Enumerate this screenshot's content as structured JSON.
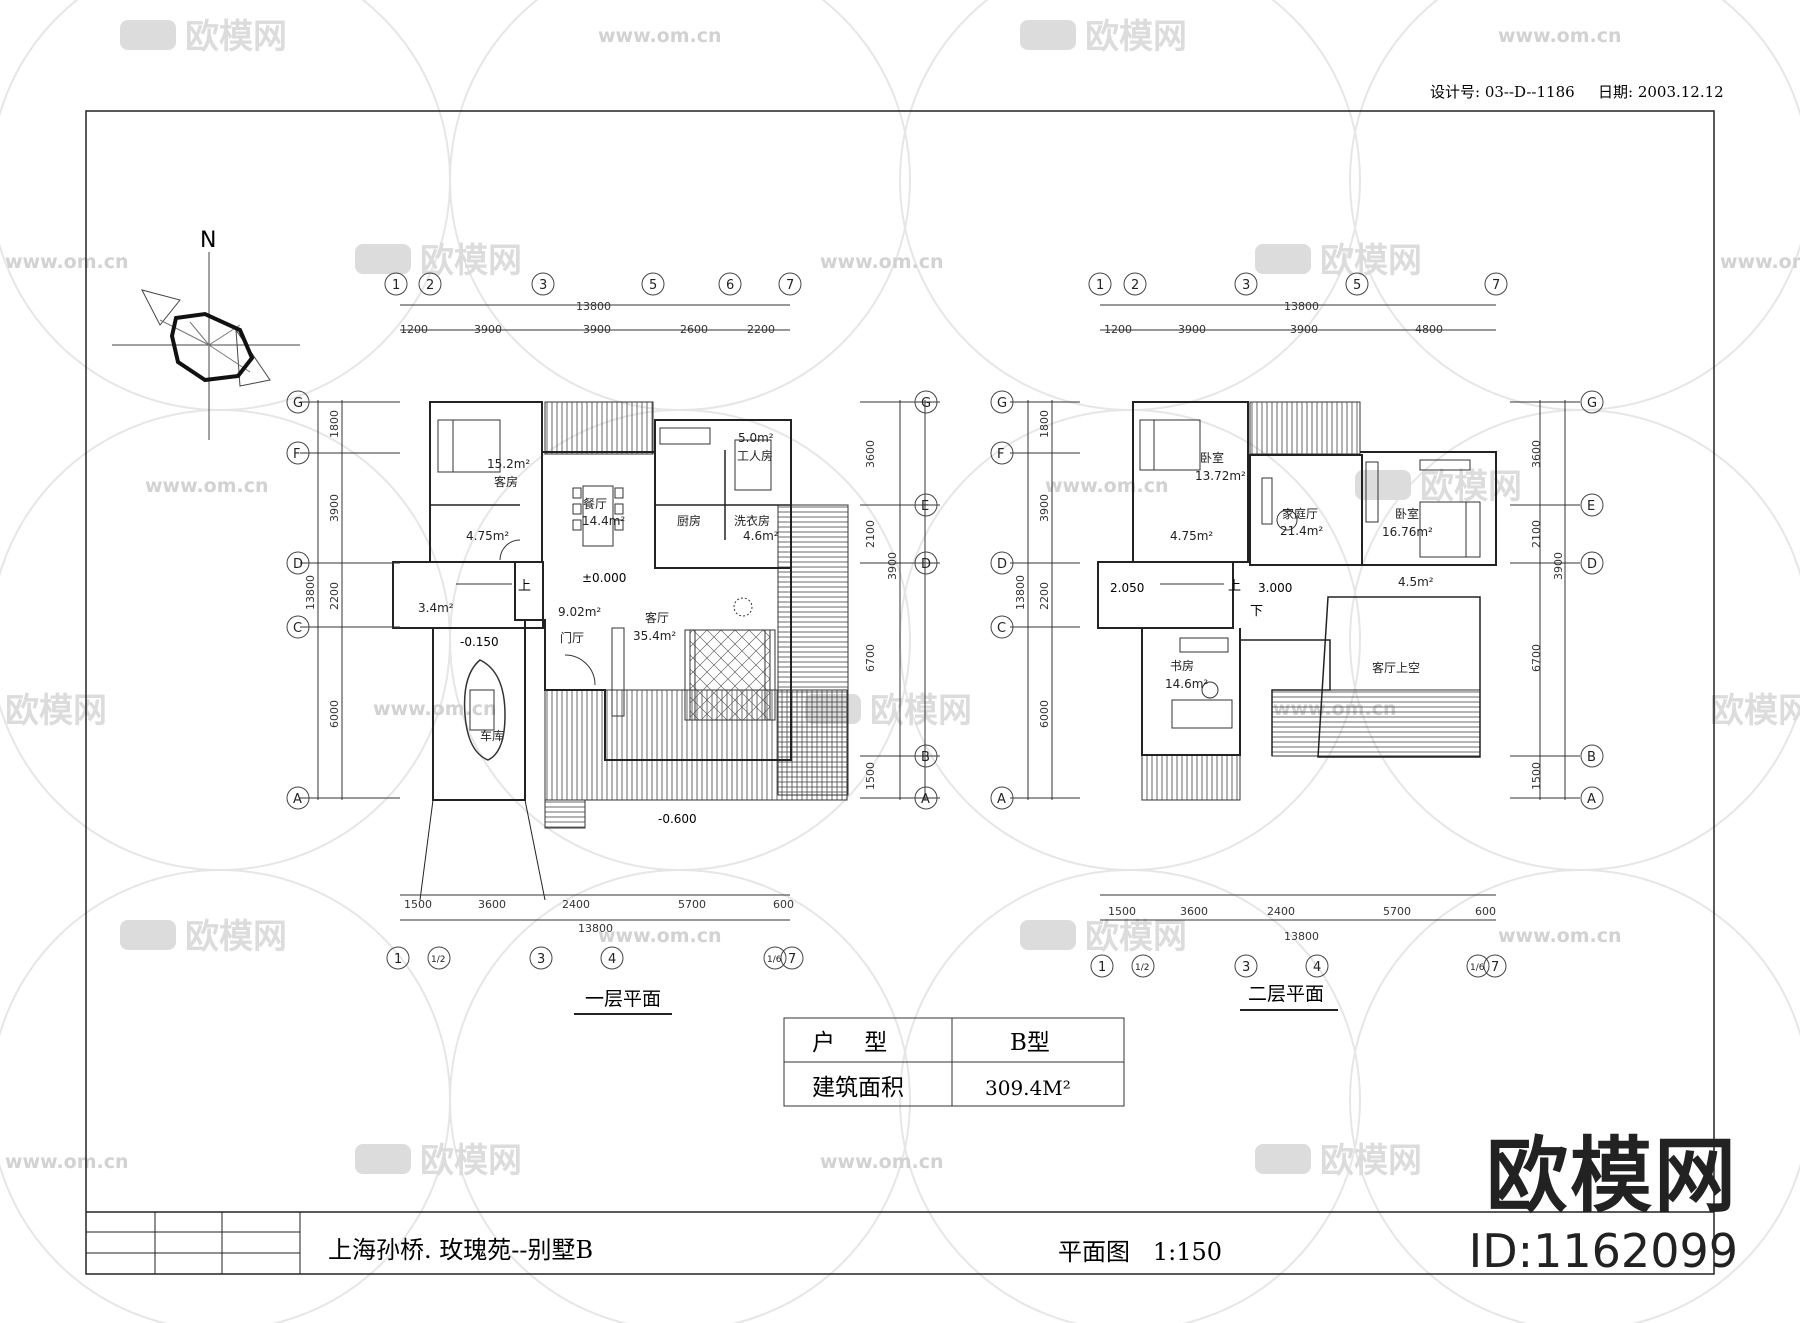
{
  "header": {
    "design_no": "设计号: 03--D--1186",
    "date": "日期: 2003.12.12"
  },
  "compass_label": "N",
  "watermark": {
    "logo_text": "欧模网",
    "url": "www.om.cn"
  },
  "floor1": {
    "title": "一层平面",
    "axes_top": [
      "1",
      "2",
      "3",
      "5",
      "6",
      "7"
    ],
    "axes_bottom": [
      "1",
      "1/2",
      "3",
      "4",
      "1/6",
      "7"
    ],
    "axes_side": [
      "G",
      "F",
      "E",
      "D",
      "C",
      "B",
      "A"
    ],
    "top_total": "13800",
    "top_dims": [
      "1200",
      "3900",
      "3900",
      "2600",
      "2200"
    ],
    "bottom_total": "13800",
    "bottom_dims": [
      "1500",
      "3600",
      "2400",
      "5700",
      "600"
    ],
    "left_dims": [
      "1800",
      "3900",
      "2200",
      "6000"
    ],
    "left_total": "13800",
    "right_dims": [
      "3600",
      "2100",
      "3900",
      "6700",
      "1500"
    ],
    "levels": [
      "±0.000",
      "-0.150",
      "-0.600"
    ],
    "rooms": [
      {
        "name": "客房",
        "area": "15.2m²"
      },
      {
        "name": "餐厅",
        "area": "14.4m²"
      },
      {
        "name": "工人房",
        "area": "5.0m²"
      },
      {
        "name": "厨房",
        "area": ""
      },
      {
        "name": "洗衣房",
        "area": "4.6m²"
      },
      {
        "name": "",
        "area": "4.75m²"
      },
      {
        "name": "",
        "area": "3.4m²"
      },
      {
        "name": "",
        "area": "9.02m²"
      },
      {
        "name": "门厅",
        "area": ""
      },
      {
        "name": "客厅",
        "area": "35.4m²"
      },
      {
        "name": "车库",
        "area": ""
      }
    ],
    "stair_up": "上"
  },
  "floor2": {
    "title": "二层平面",
    "axes_top": [
      "1",
      "2",
      "3",
      "5",
      "7"
    ],
    "axes_bottom": [
      "1",
      "1/2",
      "3",
      "4",
      "1/6",
      "7"
    ],
    "axes_side": [
      "G",
      "F",
      "E",
      "D",
      "C",
      "B",
      "A"
    ],
    "top_total": "13800",
    "top_dims": [
      "1200",
      "3900",
      "3900",
      "4800"
    ],
    "bottom_total": "13800",
    "bottom_dims": [
      "1500",
      "3600",
      "2400",
      "5700",
      "600"
    ],
    "left_dims": [
      "1800",
      "3900",
      "2200",
      "6000"
    ],
    "left_total": "13800",
    "right_dims": [
      "3600",
      "2100",
      "3900",
      "6700",
      "1500"
    ],
    "levels": [
      "2.050",
      "3.000"
    ],
    "rooms": [
      {
        "name": "卧室",
        "area": "13.72m²"
      },
      {
        "name": "家庭厅",
        "area": "21.4m²"
      },
      {
        "name": "卧室",
        "area": "16.76m²"
      },
      {
        "name": "",
        "area": "4.75m²"
      },
      {
        "name": "",
        "area": "4.5m²"
      },
      {
        "name": "书房",
        "area": "14.6m²"
      },
      {
        "name": "客厅上空",
        "area": ""
      }
    ],
    "stair_up": "上",
    "stair_down": "下"
  },
  "info_table": {
    "label_type": "户    型",
    "value_type": "B型",
    "label_area": "建筑面积",
    "value_area": "309.4M²"
  },
  "title_block": {
    "project": "上海孙桥. 玫瑰苑--别墅B",
    "drawing": "平面图   1:150"
  },
  "brand": {
    "name": "欧模网",
    "id": "ID:1162099"
  }
}
